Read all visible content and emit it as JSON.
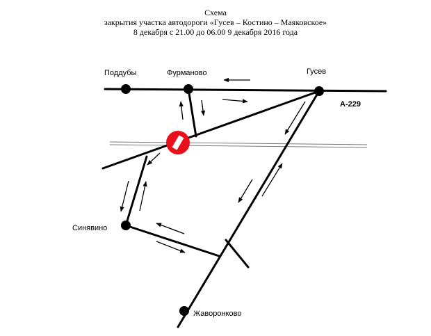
{
  "header": {
    "line1": "Схема",
    "line2": "закрытия участка автодороги «Гусев – Костино – Маяковское»",
    "line3": "8 декабря с 21.00 до 06.00 9 декабря 2016 года"
  },
  "places": {
    "podduby": "Поддубы",
    "furmanovo": "Фурманово",
    "gusev": "Гусев",
    "sinyavino": "Синявино",
    "zhavoronkovo": "Жаворонково"
  },
  "roads": {
    "highway": "А-229"
  },
  "colors": {
    "road": "#000000",
    "no_entry_sign": "#e8101a",
    "sign_bar": "#ffffff"
  },
  "icons": {
    "closure": "no-entry-sign-icon",
    "town": "town-dot-icon",
    "direction": "direction-arrow-icon"
  }
}
